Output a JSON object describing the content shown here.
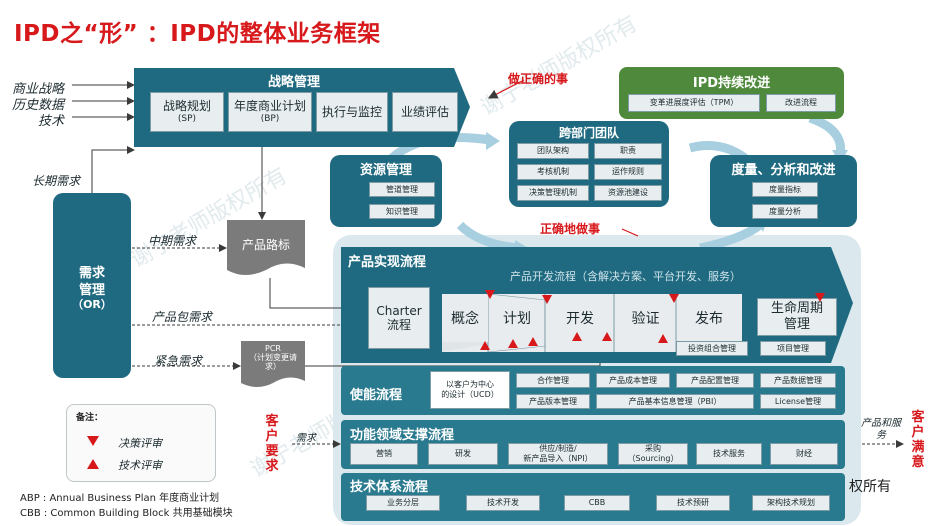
{
  "title": "IPD之“形” ：IPD的整体业务框架",
  "watermark": "谢宁老师版权所有",
  "watermark_fragment": "权所有",
  "inputs": {
    "strategy": "商业战略",
    "history": "历史数据",
    "tech": "技术"
  },
  "strategy_mgmt": {
    "title": "战略管理",
    "items": [
      {
        "line1": "战略规划",
        "line2": "(SP)"
      },
      {
        "line1": "年度商业计划",
        "line2": "(BP)"
      },
      {
        "line1": "执行与监控",
        "line2": ""
      },
      {
        "line1": "业绩评估",
        "line2": ""
      }
    ]
  },
  "do_right_thing": "做正确的事",
  "do_things_right": "正确地做事",
  "ipd_improve": {
    "title": "IPD持续改进",
    "items": [
      "变革进展度评估（TPM）",
      "改进流程"
    ]
  },
  "cross_team": {
    "title": "跨部门团队",
    "items": [
      "团队架构",
      "职责",
      "考核机制",
      "运作规则",
      "决策管理机制",
      "资源池建设"
    ]
  },
  "resource_mgmt": {
    "title": "资源管理",
    "items": [
      "管道管理",
      "知识管理"
    ]
  },
  "measure": {
    "title": "度量、分析和改进",
    "items": [
      "度量指标",
      "度量分析"
    ]
  },
  "long_term": "长期需求",
  "mid_term": "中期需求",
  "package_req": "产品包需求",
  "urgent_req": "紧急需求",
  "req_mgmt": {
    "line1": "需求",
    "line2": "管理",
    "line3": "（OR）"
  },
  "roadmap": "产品路标",
  "pcr": {
    "line1": "PCR",
    "line2": "（计划变更请",
    "line3": "求）"
  },
  "pdp": {
    "title": "产品实现流程",
    "subtitle": "产品开发流程（含解决方案、平台开发、服务）",
    "charter_line1": "Charter",
    "charter_line2": "流程",
    "stages": [
      "概念",
      "计划",
      "开发",
      "验证",
      "发布"
    ],
    "lifecycle_line1": "生命周期",
    "lifecycle_line2": "管理",
    "bottom_items": [
      "投资组合管理",
      "项目管理"
    ]
  },
  "enable": {
    "title": "使能流程",
    "ucd_line1": "以客户为中心",
    "ucd_line2": "的设计（UCD）",
    "row1": [
      "合作管理",
      "产品成本管理",
      "产品配置管理",
      "产品数据管理"
    ],
    "row2": [
      "产品版本管理",
      "产品基本信息管理（PBI）",
      "License管理"
    ]
  },
  "support": {
    "title": "功能领域支撑流程",
    "items": [
      {
        "line1": "营销",
        "line2": ""
      },
      {
        "line1": "研发",
        "line2": ""
      },
      {
        "line1": "供应/制造/",
        "line2": "新产品导入（NPI）"
      },
      {
        "line1": "采购",
        "line2": "（Sourcing）"
      },
      {
        "line1": "技术服务",
        "line2": ""
      },
      {
        "line1": "财经",
        "line2": ""
      }
    ]
  },
  "tech_sys": {
    "title": "技术体系流程",
    "items": [
      "业务分层",
      "技术开发",
      "CBB",
      "技术预研",
      "架构技术规划"
    ]
  },
  "customer_req": {
    "c1": "客",
    "c2": "户",
    "c3": "要",
    "c4": "求"
  },
  "req_label": "需求",
  "prod_service_line1": "产品和服",
  "prod_service_line2": "务",
  "customer_sat": {
    "c1": "客",
    "c2": "户",
    "c3": "满",
    "c4": "意"
  },
  "legend": {
    "title": "备注：",
    "decision": "决策评审",
    "technical": "技术评审"
  },
  "notes": [
    "ABP : Annual Business Plan 年度商业计划",
    "CBB : Common Building Block 共用基础模块"
  ],
  "colors": {
    "teal": "#1f6a80",
    "green": "#4f8a3c",
    "red": "#d7191c",
    "light_bg": "#dbe9ee"
  }
}
